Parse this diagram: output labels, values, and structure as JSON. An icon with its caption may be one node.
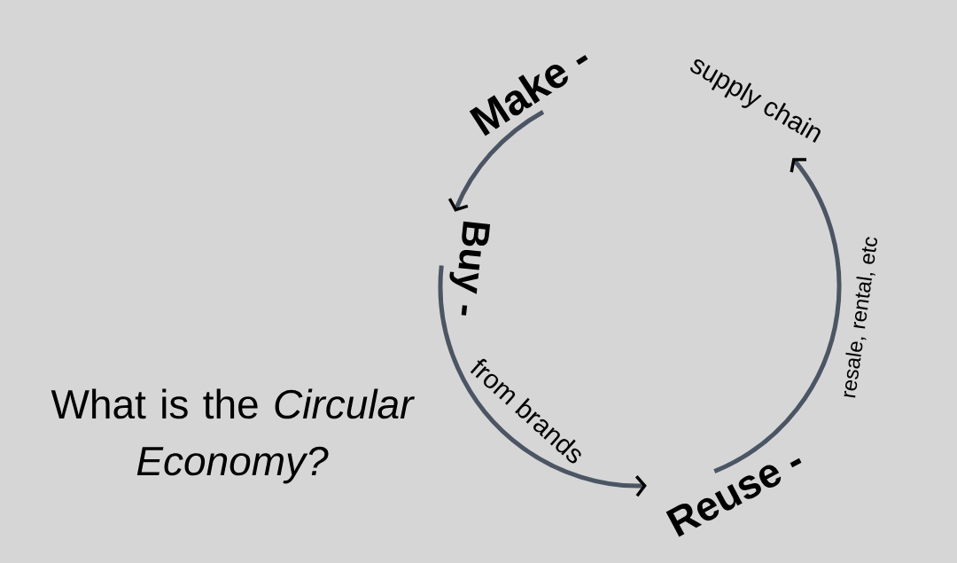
{
  "diagram": {
    "title": "What is the *Circular Economy?*",
    "nodes": [
      {
        "text": [
          "Make -",
          "supply chain"
        ]
      },
      {
        "text": [
          "Buy -",
          "from brands"
        ]
      },
      {
        "text": [
          "Reuse -",
          "resale, rental, etc"
        ]
      }
    ],
    "edges": [
      {
        "from": 0,
        "to": 1,
        "arrow": "to"
      },
      {
        "from": 1,
        "to": 2,
        "arrow": "to"
      },
      {
        "from": 2,
        "to": 0,
        "arrow": "to"
      }
    ]
  }
}
